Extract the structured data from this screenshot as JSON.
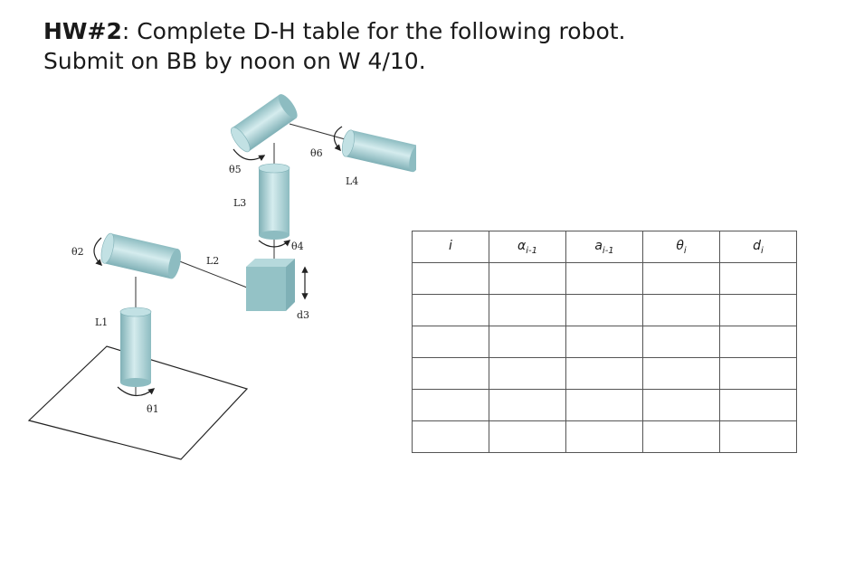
{
  "header": {
    "hw_label": "HW#2",
    "title_rest": ": Complete D-H table for the following robot.",
    "subtitle": "Submit on BB by noon on W 4/10."
  },
  "figure": {
    "labels": {
      "theta1": "θ1",
      "theta2": "θ2",
      "theta4": "θ4",
      "theta5": "θ5",
      "theta6": "θ6",
      "L1": "L1",
      "L2": "L2",
      "L3": "L3",
      "L4": "L4",
      "d3": "d3"
    },
    "colors": {
      "cylinder": "#a9cfd3",
      "cylinder_dark": "#7fb0b6",
      "box": "#94c2c6"
    }
  },
  "dh_table": {
    "headers": [
      {
        "base": "i",
        "sub": ""
      },
      {
        "base": "α",
        "sub": "i-1"
      },
      {
        "base": "a",
        "sub": "i-1"
      },
      {
        "base": "θ",
        "sub": "i"
      },
      {
        "base": "d",
        "sub": "i"
      }
    ],
    "rows": [
      [
        "",
        "",
        "",
        "",
        ""
      ],
      [
        "",
        "",
        "",
        "",
        ""
      ],
      [
        "",
        "",
        "",
        "",
        ""
      ],
      [
        "",
        "",
        "",
        "",
        ""
      ],
      [
        "",
        "",
        "",
        "",
        ""
      ],
      [
        "",
        "",
        "",
        "",
        ""
      ]
    ]
  }
}
